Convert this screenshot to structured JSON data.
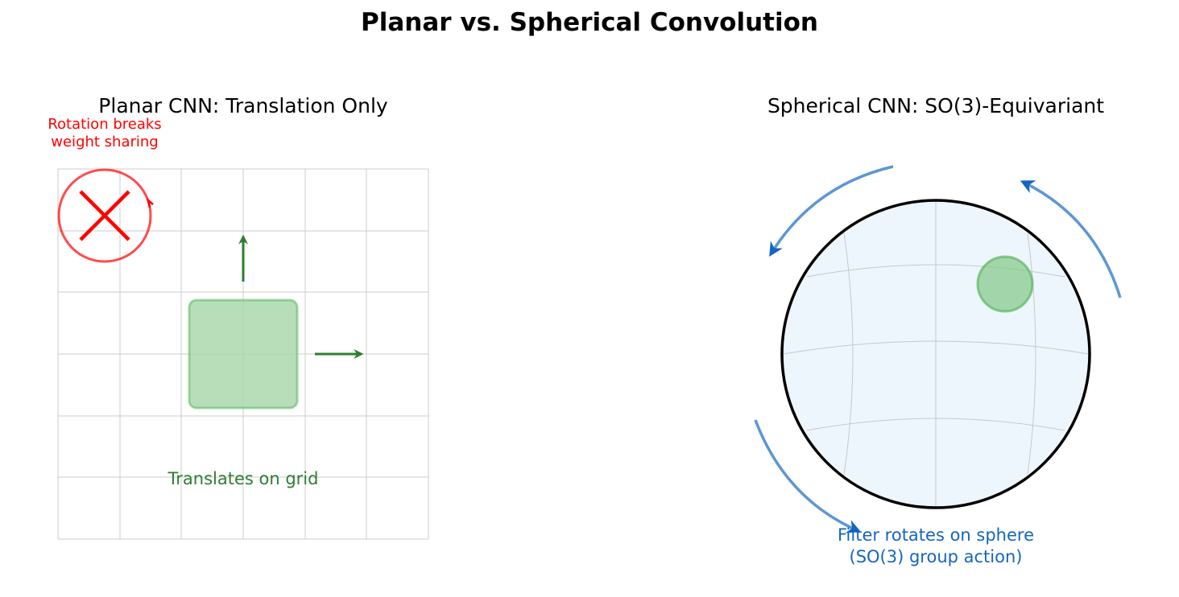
{
  "figure": {
    "title": "Planar vs. Spherical Convolution"
  },
  "left_panel": {
    "title": "Planar CNN: Translation Only",
    "rotation_note": "Rotation breaks\nweight sharing",
    "rotation_note_lines": [
      "Rotation breaks",
      "weight sharing"
    ],
    "grid_label": "Translates on grid",
    "grid": {
      "cols": 6,
      "rows": 6,
      "line_color": "#cccccc"
    },
    "filter_color": "#a5d6a7",
    "arrow_color": "#2e7d32",
    "cross_color": "#ff0000",
    "note_color": "#ff0000",
    "label_color": "#2e7d32"
  },
  "right_panel": {
    "title": "Spherical CNN: SO(3)-Equivariant",
    "caption_lines": [
      "Filter rotates on sphere",
      "(SO(3) group action)"
    ],
    "sphere_fill": "#eef6fd",
    "sphere_edge": "#000000",
    "filter_color": "#81c784",
    "arrow_color": "#1565c0",
    "caption_color": "#1565c0"
  }
}
